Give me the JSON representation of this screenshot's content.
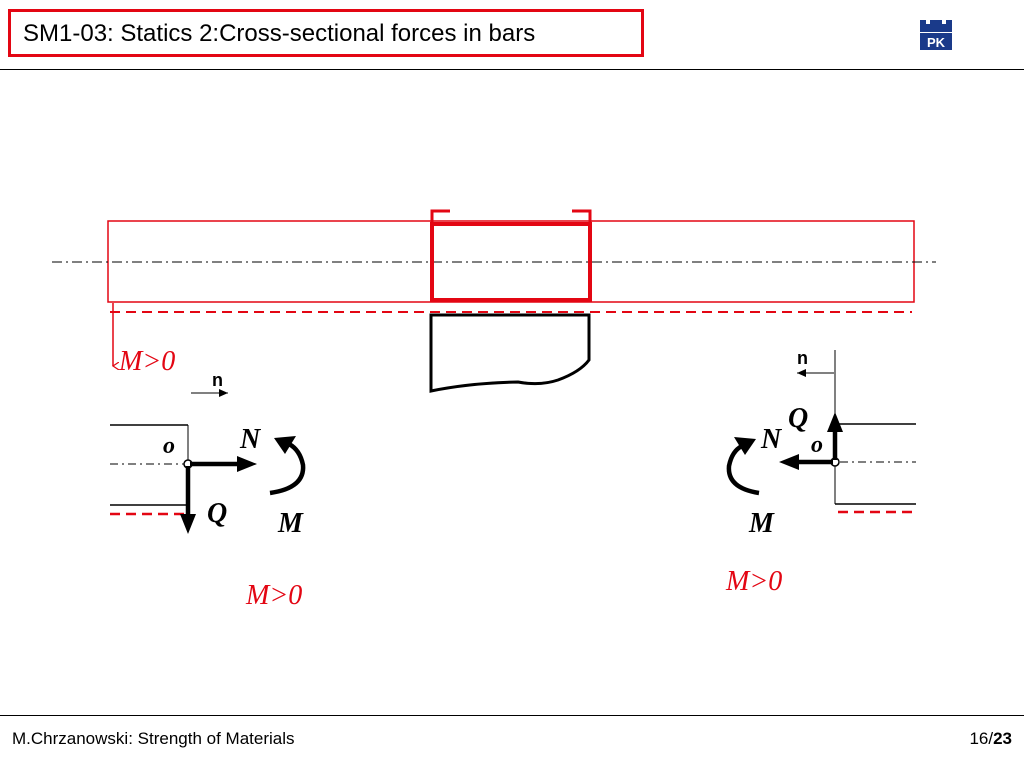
{
  "header": {
    "title": "SM1-03: Statics 2:Cross-sectional forces in bars",
    "logo_text": "PK"
  },
  "footer": {
    "author": "M.Chrzanowski: Strength of Materials",
    "page_current": "16/",
    "page_total": "23"
  },
  "colors": {
    "accent": "#e30613",
    "ink": "#000000"
  },
  "diagram": {
    "top_label": "M>0",
    "left_section": {
      "normal_label": "n",
      "origin_label": "o",
      "axial_label": "N",
      "shear_label": "Q",
      "moment_label": "M",
      "sign_label": "M>0"
    },
    "right_section": {
      "normal_label": "n",
      "origin_label": "o",
      "axial_label": "N",
      "shear_label": "Q",
      "moment_label": "M",
      "sign_label": "M>0"
    }
  }
}
